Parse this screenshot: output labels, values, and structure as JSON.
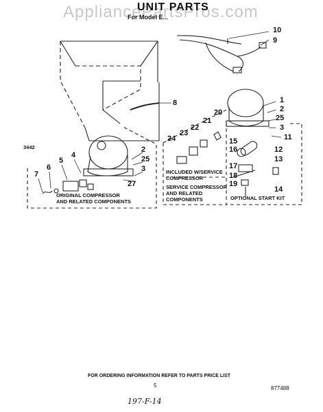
{
  "watermark": "AppliancePartsPros.com",
  "header": {
    "title": "UNIT PARTS",
    "model": "For Model E..."
  },
  "labels": {
    "box_note": "3442",
    "callouts": [
      "10",
      "9",
      "8",
      "1",
      "2",
      "25",
      "3",
      "11",
      "20",
      "21",
      "22",
      "23",
      "24",
      "15",
      "16",
      "12",
      "13",
      "17",
      "18",
      "19",
      "14",
      "4",
      "5",
      "6",
      "7",
      "2",
      "25",
      "3",
      "27"
    ]
  },
  "captions": {
    "original": [
      "ORIGINAL COMPRESSOR",
      "AND RELATED COMPONENTS"
    ],
    "included": [
      "INCLUDED W/SERVICE",
      "COMPRESSOR"
    ],
    "service": [
      "SERVICE COMPRESSOR",
      "AND RELATED",
      "COMPONENTS"
    ],
    "optional": [
      "OPTIONAL START KIT"
    ]
  },
  "footer": {
    "ordering": "FOR ORDERING INFORMATION REFER TO PARTS PRICE LIST",
    "page": "5",
    "drawing_no": "877488",
    "handwritten": "197-F-14"
  }
}
